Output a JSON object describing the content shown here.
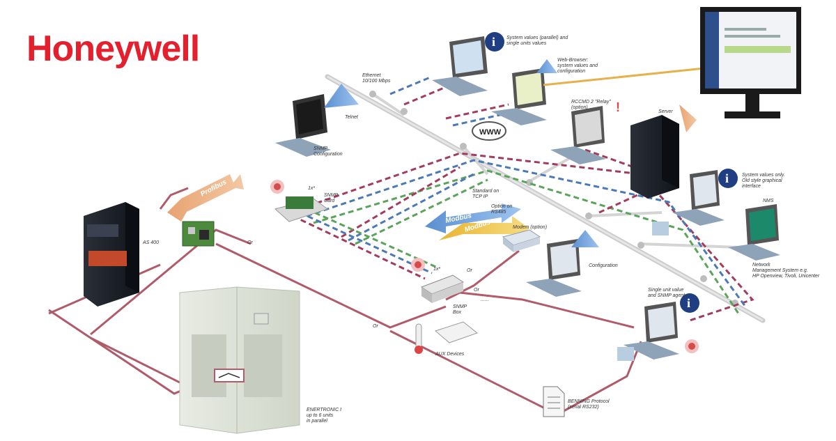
{
  "brand": {
    "logo_text": "Honeywell",
    "logo_color": "#e4202e"
  },
  "colors": {
    "power_line": "#b05a6a",
    "ethernet": "#cccccc",
    "dash_red": "#a33b5a",
    "dash_blue": "#4a78b8",
    "dash_green": "#5aa35a",
    "arrow_blue": "#3d6fb0",
    "arrow_orange": "#e39a55"
  },
  "labels": {
    "ethernet": "Ethernet\n10/100 Mbps",
    "telnet": "Telnet",
    "snmp_config": "SNMP\nConfiguration",
    "system_values_parallel": "System values (parallel) and\nsingle units values",
    "web_browser": "Web-Browser:\nsystem values and\nconfiguration",
    "rccmd": "RCCMD 2 \"Relay\"\n(option)",
    "server": "Server",
    "www": "WWW",
    "profibus": "Profibus",
    "snmp_card_1x": "1x*",
    "snmp_card": "SNMP\nCard",
    "standard_tcpip": "Standard on\nTCP IP",
    "option_rs485": "Option on\nRS485",
    "modbus_blue": "Modbus",
    "modbus_yellow": "Modbus",
    "modem": "Modem (option)",
    "configuration": "Configuration",
    "system_values_only": "System values only.\nOld style graphical\ninterface",
    "nms": "NMS",
    "network_mgmt": "Network\nManagement System e.g.\nHP Openview, Tivoli, Unicenter",
    "as400": "AS 400",
    "snmp_box_1x": "1x*",
    "snmp_box": "SNMP\nBox",
    "aux_devices": "AUX Devices",
    "single_unit": "Single unit value\nand SNMP agent",
    "enertronic": "ENERTRONIC I\nup to 6 units\nin parallel",
    "benning_protocol": "BENNING Protocol\n(serial RS232)",
    "or_1": "Or",
    "or_2": "Or",
    "or_3": "Or",
    "or_4": "Or",
    "dots": "......"
  }
}
